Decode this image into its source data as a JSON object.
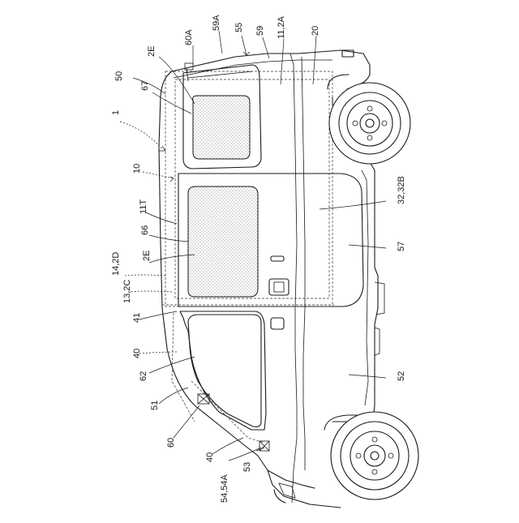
{
  "figure": {
    "labels": {
      "l50": "50",
      "l1": "1",
      "l67": "67",
      "l2E_top": "2E",
      "l60A": "60A",
      "l59A": "59A",
      "l55": "55",
      "l59": "59",
      "l11_2A": "11,2A",
      "l20": "20",
      "l10": "10",
      "l11T": "11T",
      "l66": "66",
      "l2E_mid": "2E",
      "l14_2D": "14,2D",
      "l13_2C": "13,2C",
      "l41": "41",
      "l40_upper": "40",
      "l62": "62",
      "l51": "51",
      "l60": "60",
      "l40_lower": "40",
      "l54_54A": "54,54A",
      "l53": "53",
      "l32_32B": "32,32B",
      "l57": "57",
      "l52": "52"
    }
  }
}
